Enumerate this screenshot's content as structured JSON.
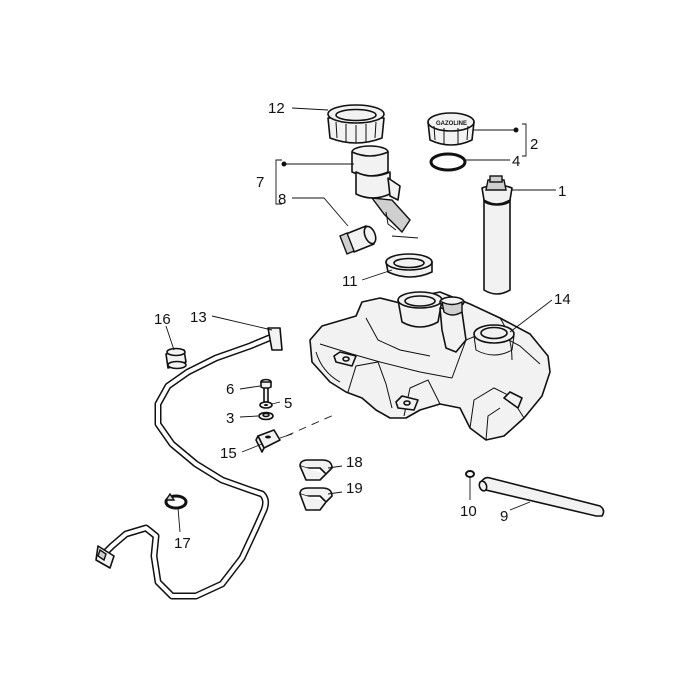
{
  "cap_label": "GAZOLINE",
  "callouts": {
    "c1": "1",
    "c2": "2",
    "c3": "3",
    "c4": "4",
    "c5": "5",
    "c6": "6",
    "c7": "7",
    "c8": "8",
    "c9": "9",
    "c10": "10",
    "c11": "11",
    "c12": "12",
    "c13": "13",
    "c14": "14",
    "c15": "15",
    "c16": "16",
    "c17": "17",
    "c18": "18",
    "c19": "19"
  }
}
